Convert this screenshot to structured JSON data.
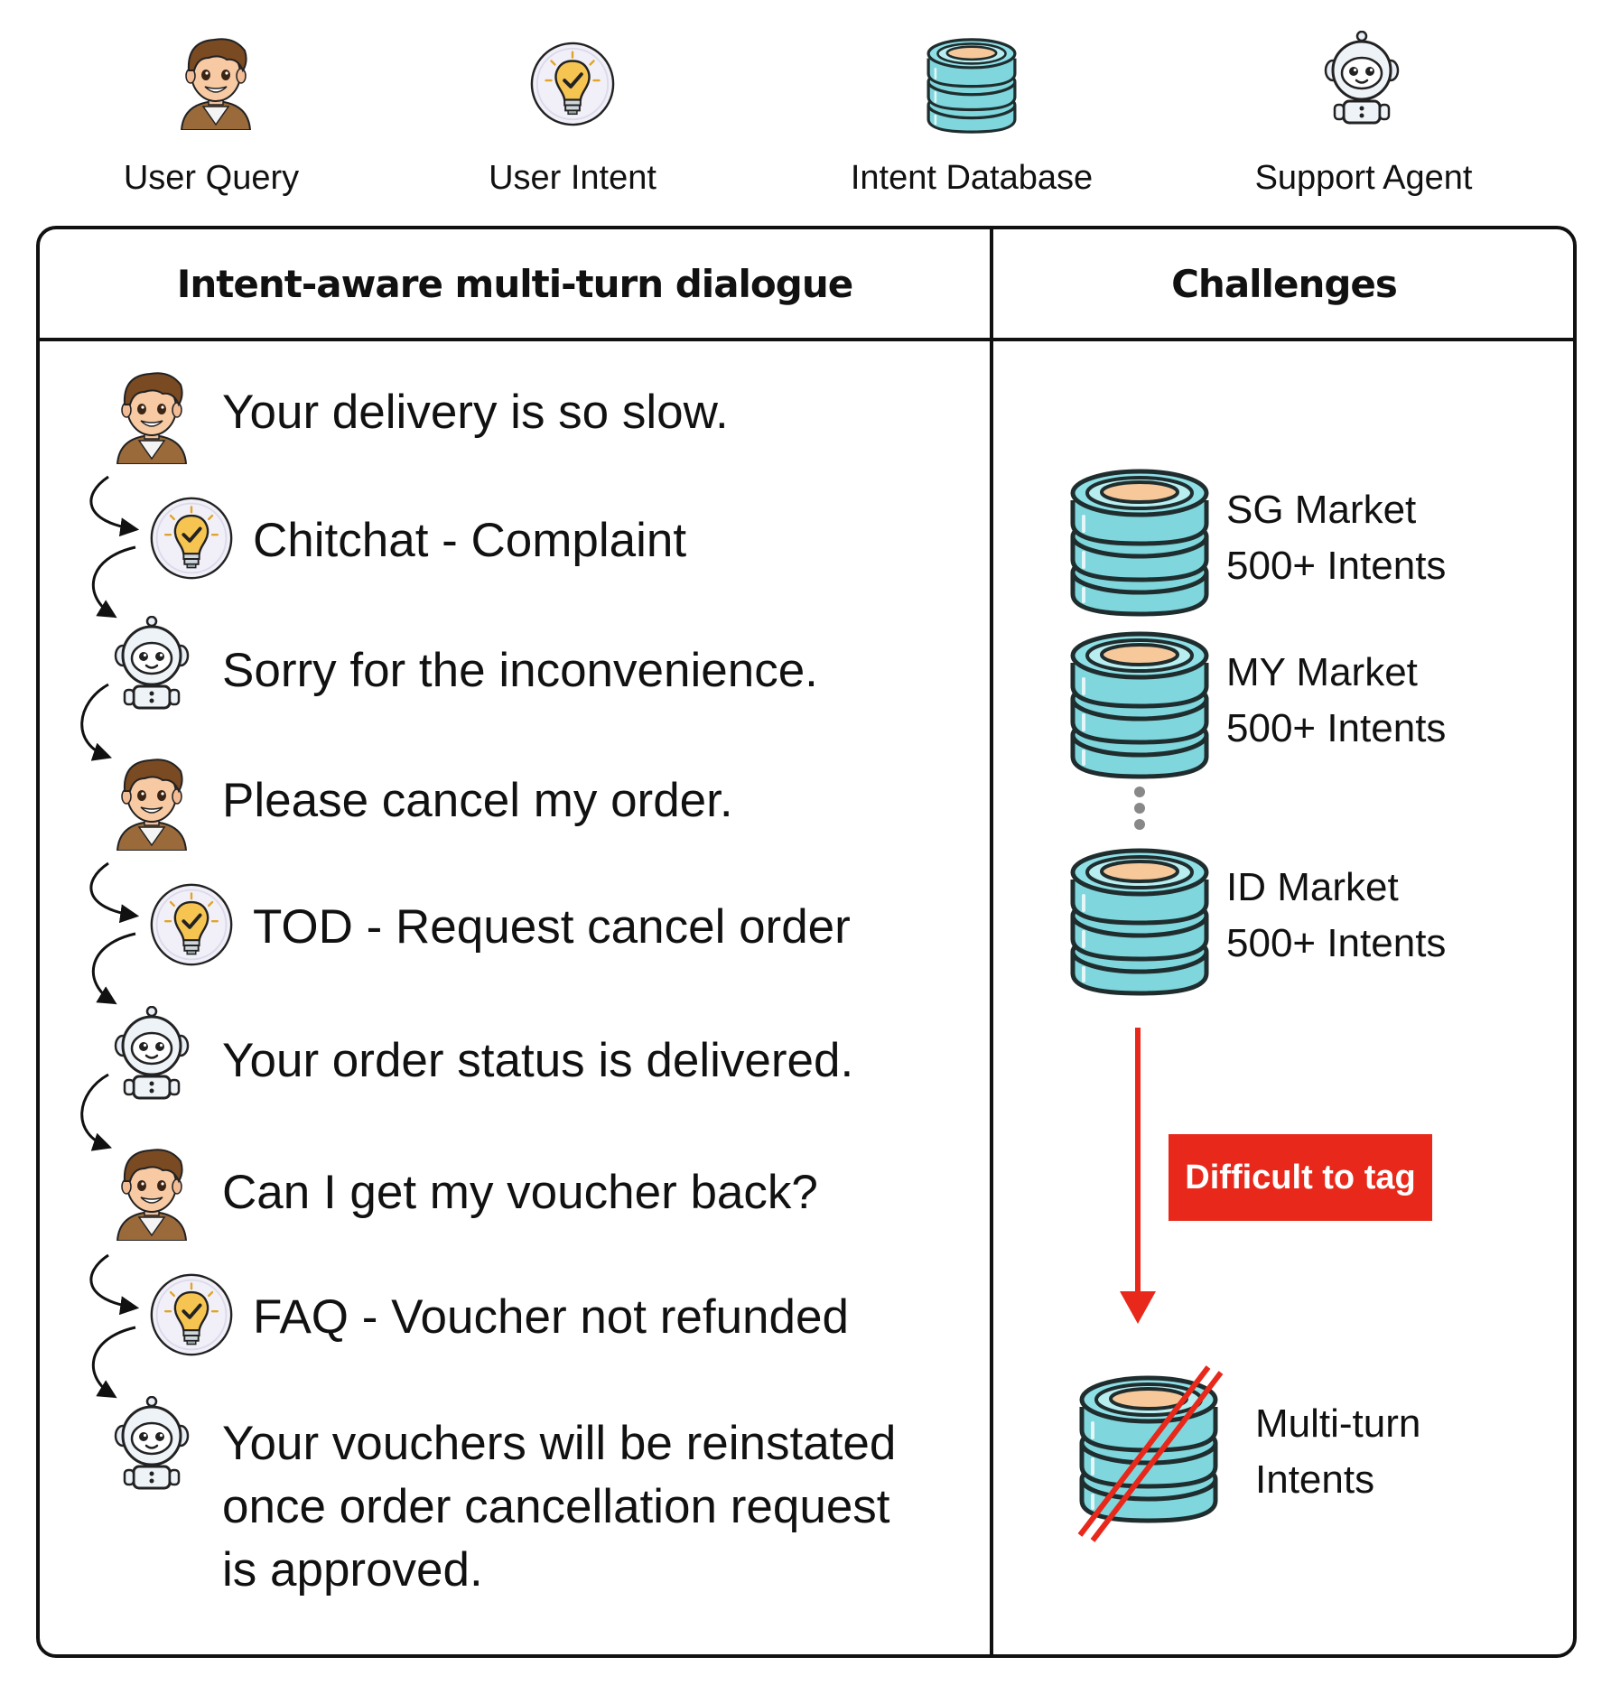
{
  "legend": [
    {
      "icon": "user-avatar-icon",
      "label": "User Query"
    },
    {
      "icon": "lightbulb-check-icon",
      "label": "User Intent"
    },
    {
      "icon": "database-icon",
      "label": "Intent Database"
    },
    {
      "icon": "robot-agent-icon",
      "label": "Support Agent"
    }
  ],
  "headers": {
    "left": "Intent-aware multi-turn dialogue",
    "right": "Challenges"
  },
  "dialogue": {
    "turn1": "Your delivery is so slow.",
    "intent1": "Chitchat - Complaint",
    "turn2": "Sorry for the inconvenience.",
    "turn3": "Please cancel my order.",
    "intent2": "TOD - Request cancel order",
    "turn4": "Your order status is delivered.",
    "turn5": "Can I get my voucher back?",
    "intent3": "FAQ - Voucher not refunded",
    "turn6_line1": "Your vouchers will be reinstated",
    "turn6_line2": "once order cancellation request",
    "turn6_line3": "is approved."
  },
  "challenges": {
    "markets": [
      {
        "name": "SG Market",
        "count": "500+ Intents"
      },
      {
        "name": "MY Market",
        "count": "500+ Intents"
      },
      {
        "name": "ID Market",
        "count": "500+ Intents"
      }
    ],
    "tag_label": "Difficult to tag",
    "multi_line1": "Multi-turn",
    "multi_line2": "Intents"
  },
  "colors": {
    "accent_red": "#e8281a",
    "db_teal": "#7fd6dc",
    "db_top": "#f6c89a",
    "bulb_ring": "#e9e7f3",
    "bulb_yellow": "#f5c350"
  }
}
